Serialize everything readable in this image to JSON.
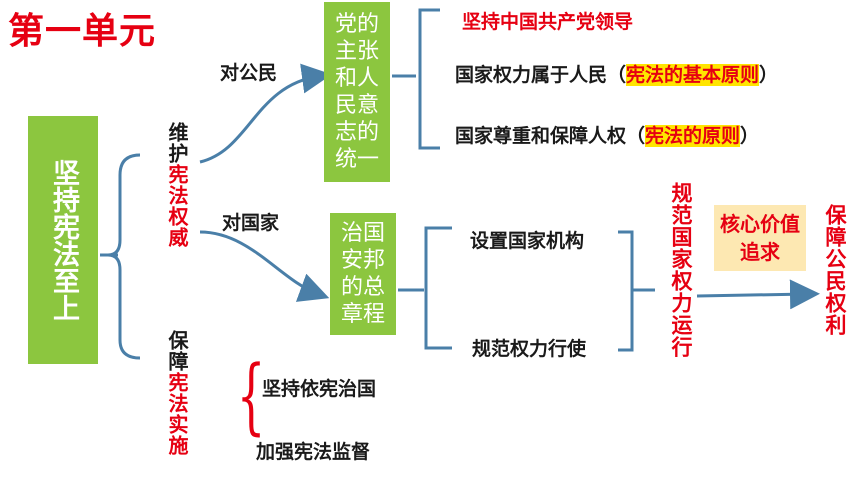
{
  "unit_title": "第一单元",
  "main_box": "坚持宪法至上",
  "branch_uphold": {
    "prefix": "维护",
    "suffix": "宪法权威"
  },
  "branch_ensure": {
    "prefix": "保障",
    "suffix": "宪法实施"
  },
  "to_citizens": "对公民",
  "to_state": "对国家",
  "box_party": "党的主张和人民意志的统一",
  "box_governance": "治国安邦的总章程",
  "item_party_leadership": "坚持中国共产党领导",
  "item_power_people": {
    "text": "国家权力属于人民（",
    "highlight": "宪法的基本原则",
    "close": "）"
  },
  "item_human_rights": {
    "text": "国家尊重和保障人权（",
    "highlight": "宪法的原则",
    "close": "）"
  },
  "item_institutions": "设置国家机构",
  "item_regulate_power": "规范权力行使",
  "regulate_state_power": "规范国家权力运行",
  "core_value": "核心价值追求",
  "protect_rights": "保障公民权利",
  "item_rule_by_constitution": "坚持依宪治国",
  "item_supervision": "加强宪法监督",
  "colors": {
    "green": "#8cc63f",
    "red": "#e60012",
    "blue": "#4a7fa8",
    "yellow": "#ffe500"
  }
}
